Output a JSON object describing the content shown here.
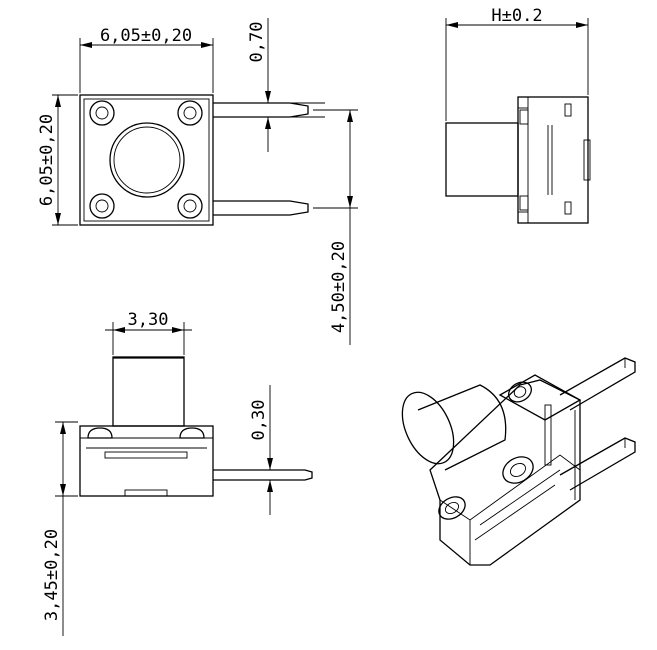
{
  "dimensions": {
    "top_width": "6,05±0,20",
    "top_height": "6,05±0,20",
    "pin_thickness_top": "0,70",
    "pin_spacing": "4,50±0,20",
    "side_width": "H±0.2",
    "actuator_width": "3,30",
    "front_height": "3,45±0,20",
    "pin_thickness_front": "0,30"
  }
}
